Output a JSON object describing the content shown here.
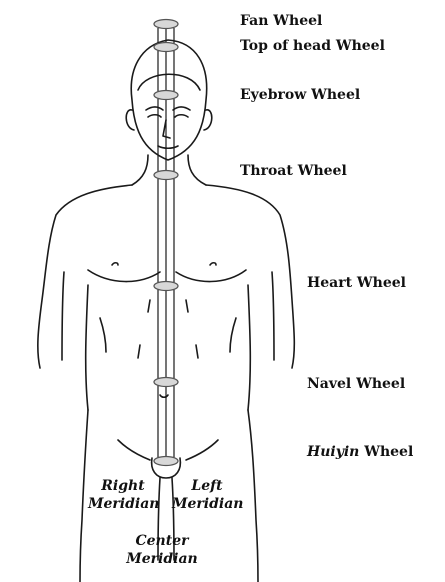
{
  "wheels": [
    {
      "id": "fan",
      "label": "Fan Wheel"
    },
    {
      "id": "top-of-head",
      "label": "Top of head Wheel"
    },
    {
      "id": "eyebrow",
      "label": "Eyebrow Wheel"
    },
    {
      "id": "throat",
      "label": "Throat Wheel"
    },
    {
      "id": "heart",
      "label": "Heart Wheel"
    },
    {
      "id": "navel",
      "label": "Navel Wheel"
    },
    {
      "id": "huiyin",
      "label_italic": "Huiyin",
      "label_rest": " Wheel"
    }
  ],
  "meridians": {
    "right": {
      "line1": "Right",
      "line2": "Meridian"
    },
    "left": {
      "line1": "Left",
      "line2": "Meridian"
    },
    "center": {
      "line1": "Center",
      "line2": "Meridian"
    }
  },
  "colors": {
    "line": "#1a1a1a",
    "wheel_fill": "#d8d8d8",
    "wheel_stroke": "#555555"
  }
}
